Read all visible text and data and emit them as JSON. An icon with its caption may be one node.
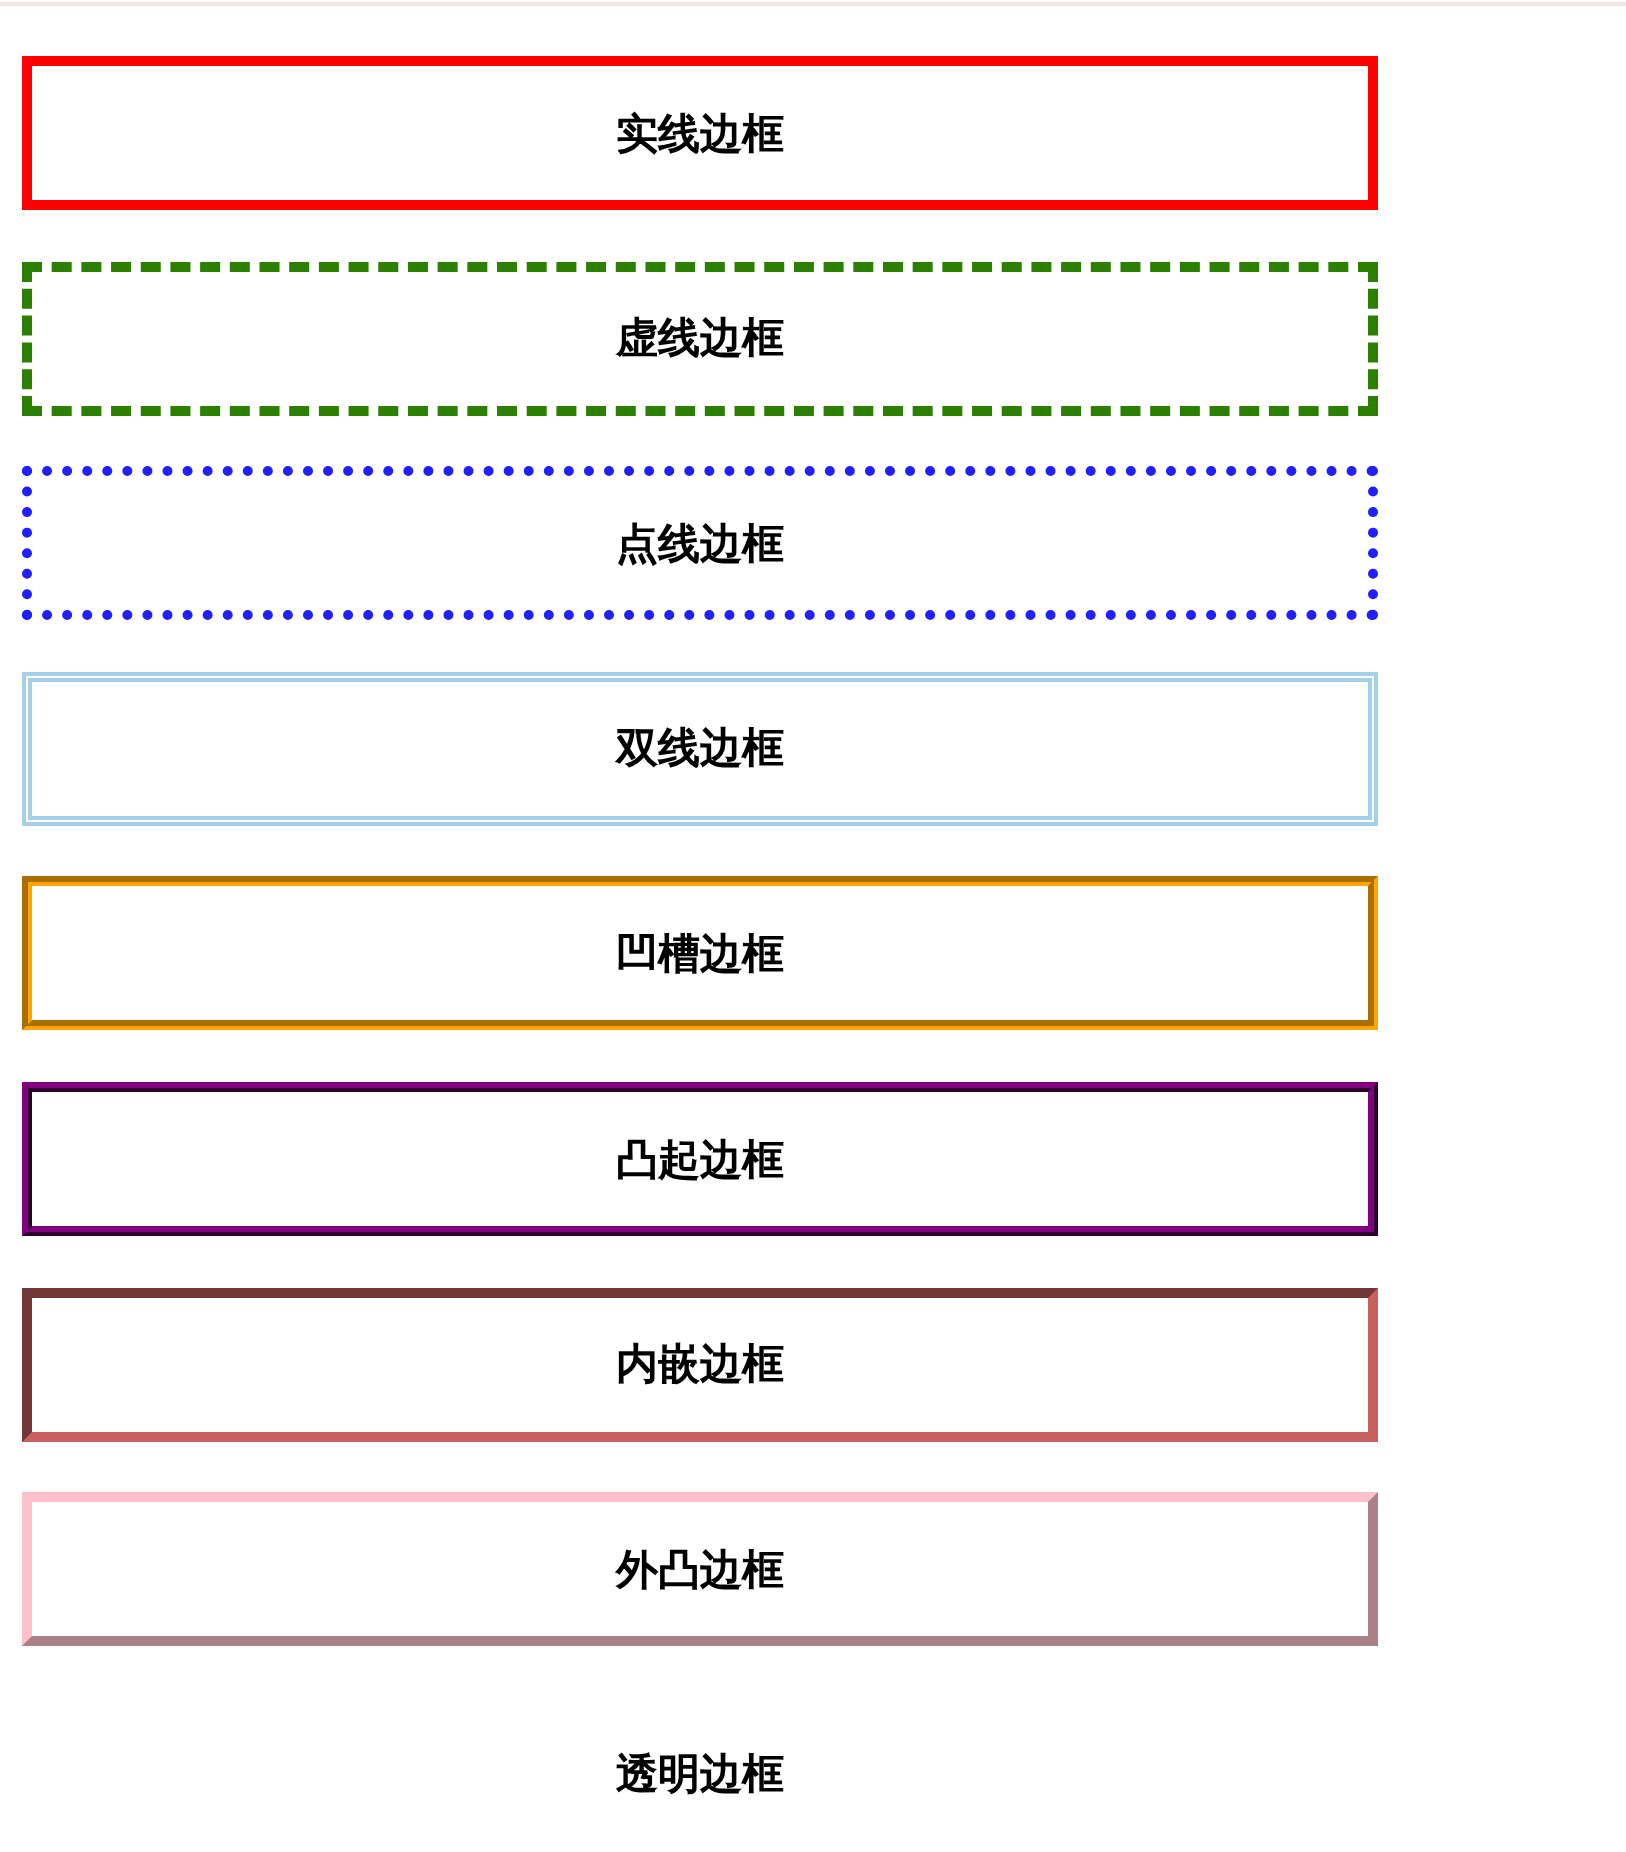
{
  "diagram": {
    "nodes": [
      {
        "text": [
          "实线边框"
        ]
      },
      {
        "text": [
          "虚线边框"
        ]
      },
      {
        "text": [
          "点线边框"
        ]
      },
      {
        "text": [
          "双线边框"
        ]
      },
      {
        "text": [
          "凹槽边框"
        ]
      },
      {
        "text": [
          "凸起边框"
        ]
      },
      {
        "text": [
          "内嵌边框"
        ]
      },
      {
        "text": [
          "外凸边框"
        ]
      },
      {
        "text": [
          "透明边框"
        ]
      }
    ]
  }
}
